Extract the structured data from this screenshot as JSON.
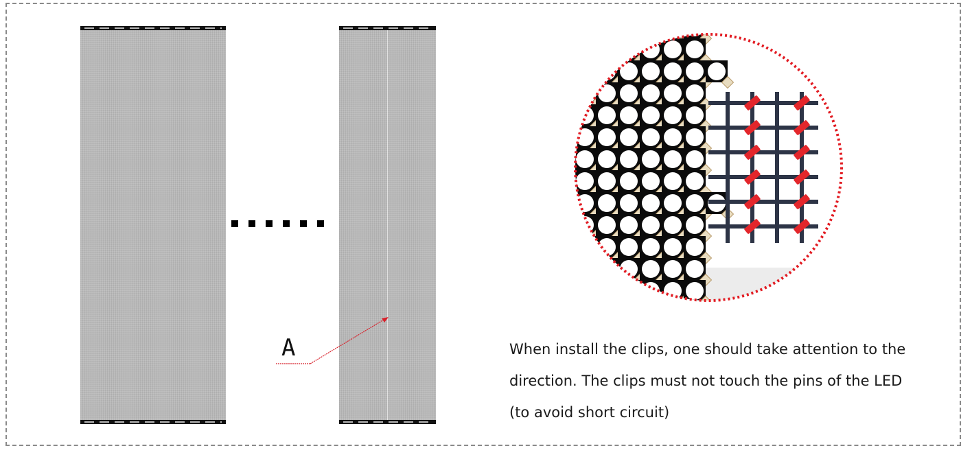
{
  "diagram": {
    "callout_label": "A",
    "caption_lines": [
      "When install the clips, one should take attention to the",
      "direction. The clips must not touch the pins of the LED",
      "(to avoid short circuit)"
    ],
    "colors": {
      "panel": "#b9b9b9",
      "panel_cap": "#111111",
      "pointer": "#d8202a",
      "zoom_border": "#e21b22",
      "clip": "#e3262b",
      "grid": "#2d3446",
      "frame_border": "#8a8a8a"
    },
    "icons": [
      "red-arrow-pointer-icon",
      "led-mesh-zoom-icon",
      "clip-icon"
    ]
  }
}
